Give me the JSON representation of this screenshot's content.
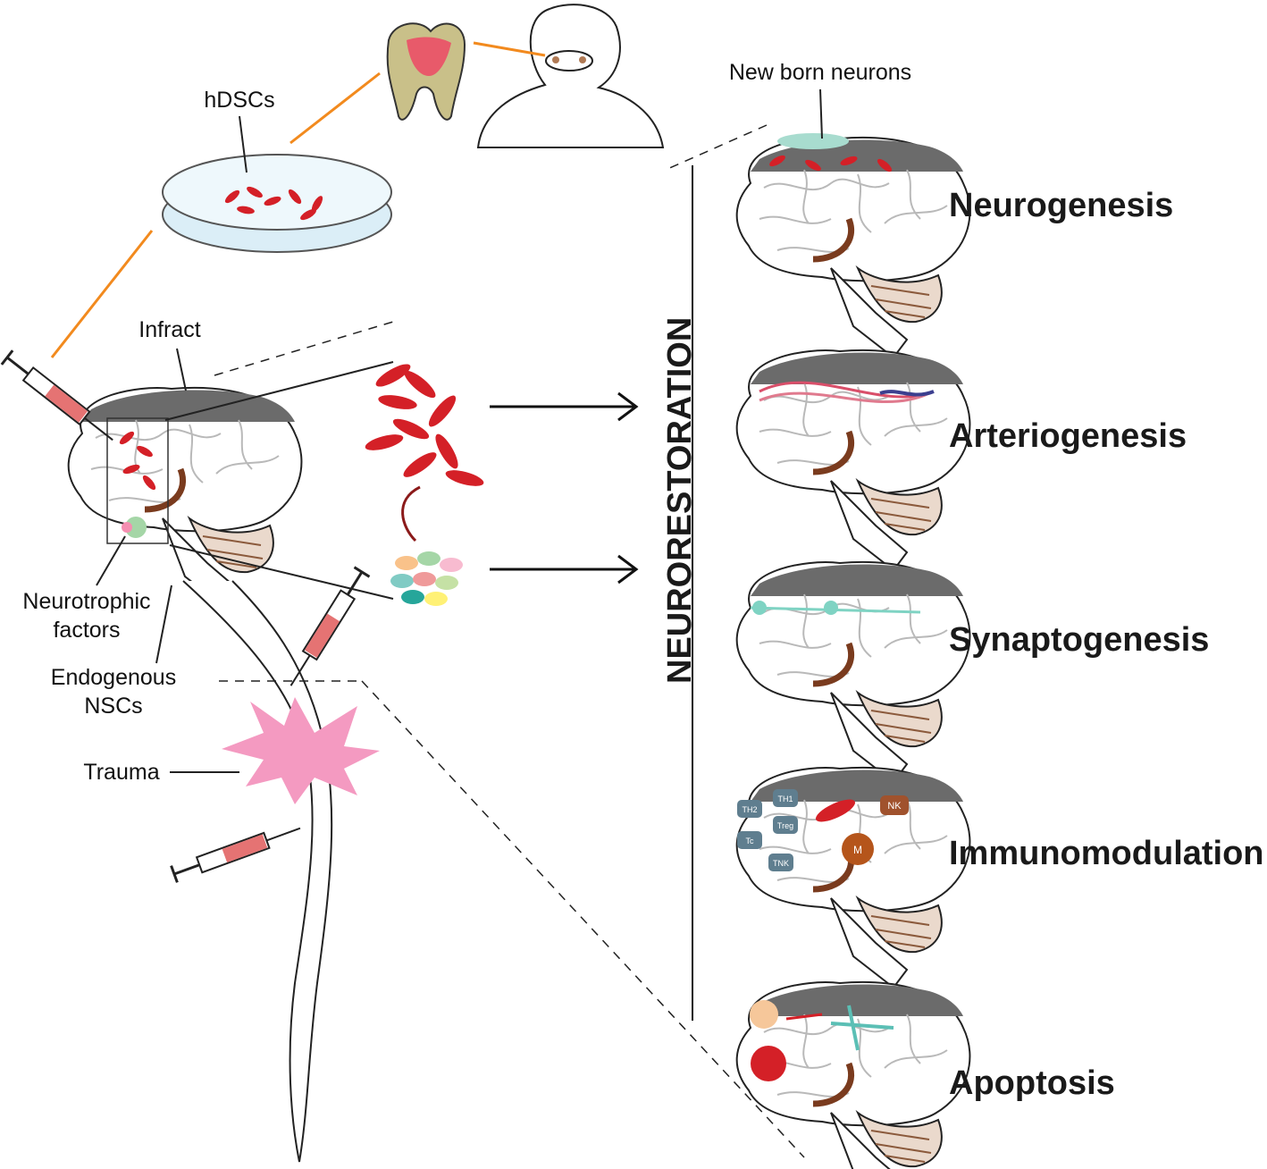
{
  "labels": {
    "hdscs": "hDSCs",
    "infract": "Infract",
    "new_born_neurons": "New born neurons",
    "neurotrophic_1": "Neurotrophic",
    "neurotrophic_2": "factors",
    "endogenous_1": "Endogenous",
    "endogenous_2": "NSCs",
    "trauma": "Trauma",
    "neurorestoration": "NEURORESTORATION"
  },
  "panels": [
    {
      "name": "Neurogenesis"
    },
    {
      "name": "Arteriogenesis"
    },
    {
      "name": "Synaptogenesis"
    },
    {
      "name": "Immunomodulation"
    },
    {
      "name": "Apoptosis"
    }
  ],
  "immune_cells": {
    "th2": "TH2",
    "th1": "TH1",
    "treg": "Treg",
    "tc": "Tc",
    "tnk": "TNK",
    "nk": "NK",
    "m": "M"
  },
  "colors": {
    "stem_cell_red": "#d42027",
    "infarct_gray": "#6e6e6e",
    "arrow_orange": "#f28a1e",
    "trauma_pink": "#f49ac1",
    "nsc_teal": "#6fc7c7",
    "brainstem_brown": "#7a3b1e"
  }
}
